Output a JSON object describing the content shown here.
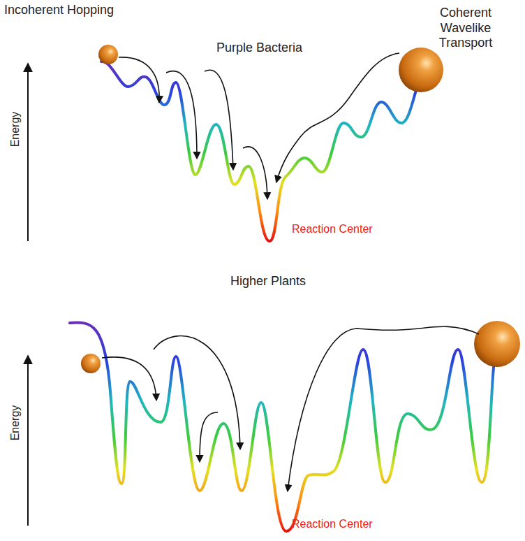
{
  "diagram": {
    "labels": [
      "Incoherent Hopping",
      "Coherent Wavelike Transport",
      "Purple Bacteria",
      "Energy",
      "Reaction Center",
      "Higher Plants",
      "Energy",
      "Reaction Center"
    ]
  }
}
